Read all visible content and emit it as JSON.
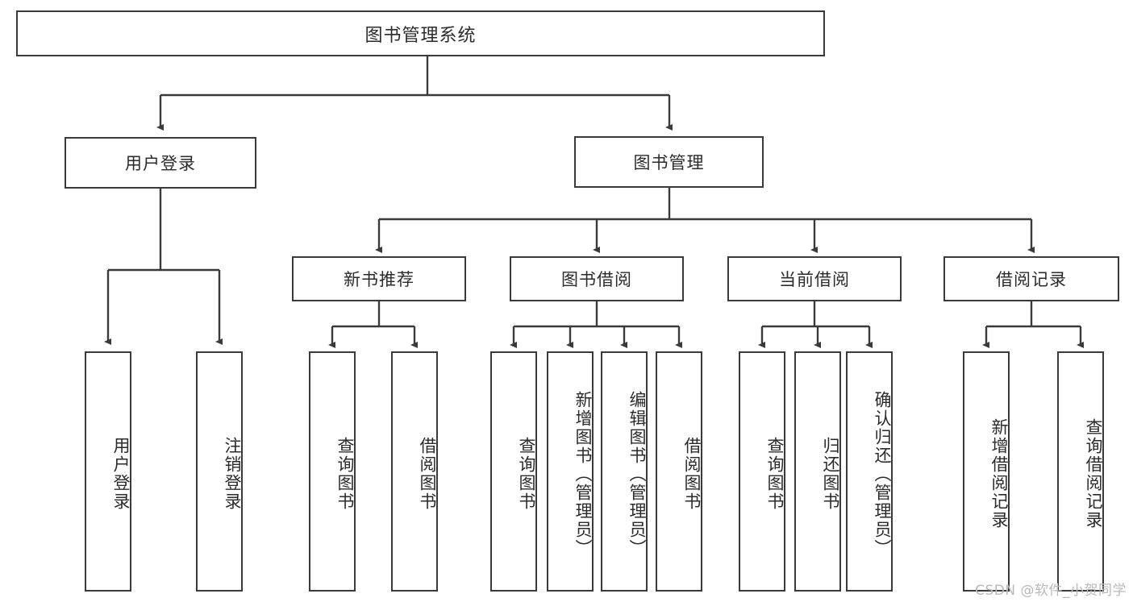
{
  "diagram": {
    "title": "图书管理系统",
    "watermark": "CSDN @软件_小贺同学",
    "colors": {
      "stroke": "#3a3a3a",
      "text": "#2b2b2b",
      "background": "#ffffff",
      "watermark": "#b9b9b9"
    },
    "levels": {
      "root": {
        "label": "图书管理系统"
      },
      "level2": [
        {
          "label": "用户登录"
        },
        {
          "label": "图书管理"
        }
      ],
      "level3": [
        {
          "label": "新书推荐"
        },
        {
          "label": "图书借阅"
        },
        {
          "label": "当前借阅"
        },
        {
          "label": "借阅记录"
        }
      ],
      "leaves": {
        "user_login": [
          {
            "label": "用户登录"
          },
          {
            "label": "注销登录"
          }
        ],
        "new_book": [
          {
            "label": "查询图书"
          },
          {
            "label": "借阅图书"
          }
        ],
        "book_borrow": [
          {
            "label": "查询图书"
          },
          {
            "label": "新增图书（管理员）"
          },
          {
            "label": "编辑图书（管理员）"
          },
          {
            "label": "借阅图书"
          }
        ],
        "current_borrow": [
          {
            "label": "查询图书"
          },
          {
            "label": "归还图书"
          },
          {
            "label": "确认归还（管理员）"
          }
        ],
        "borrow_record": [
          {
            "label": "新增借阅记录"
          },
          {
            "label": "查询借阅记录"
          }
        ]
      }
    }
  }
}
